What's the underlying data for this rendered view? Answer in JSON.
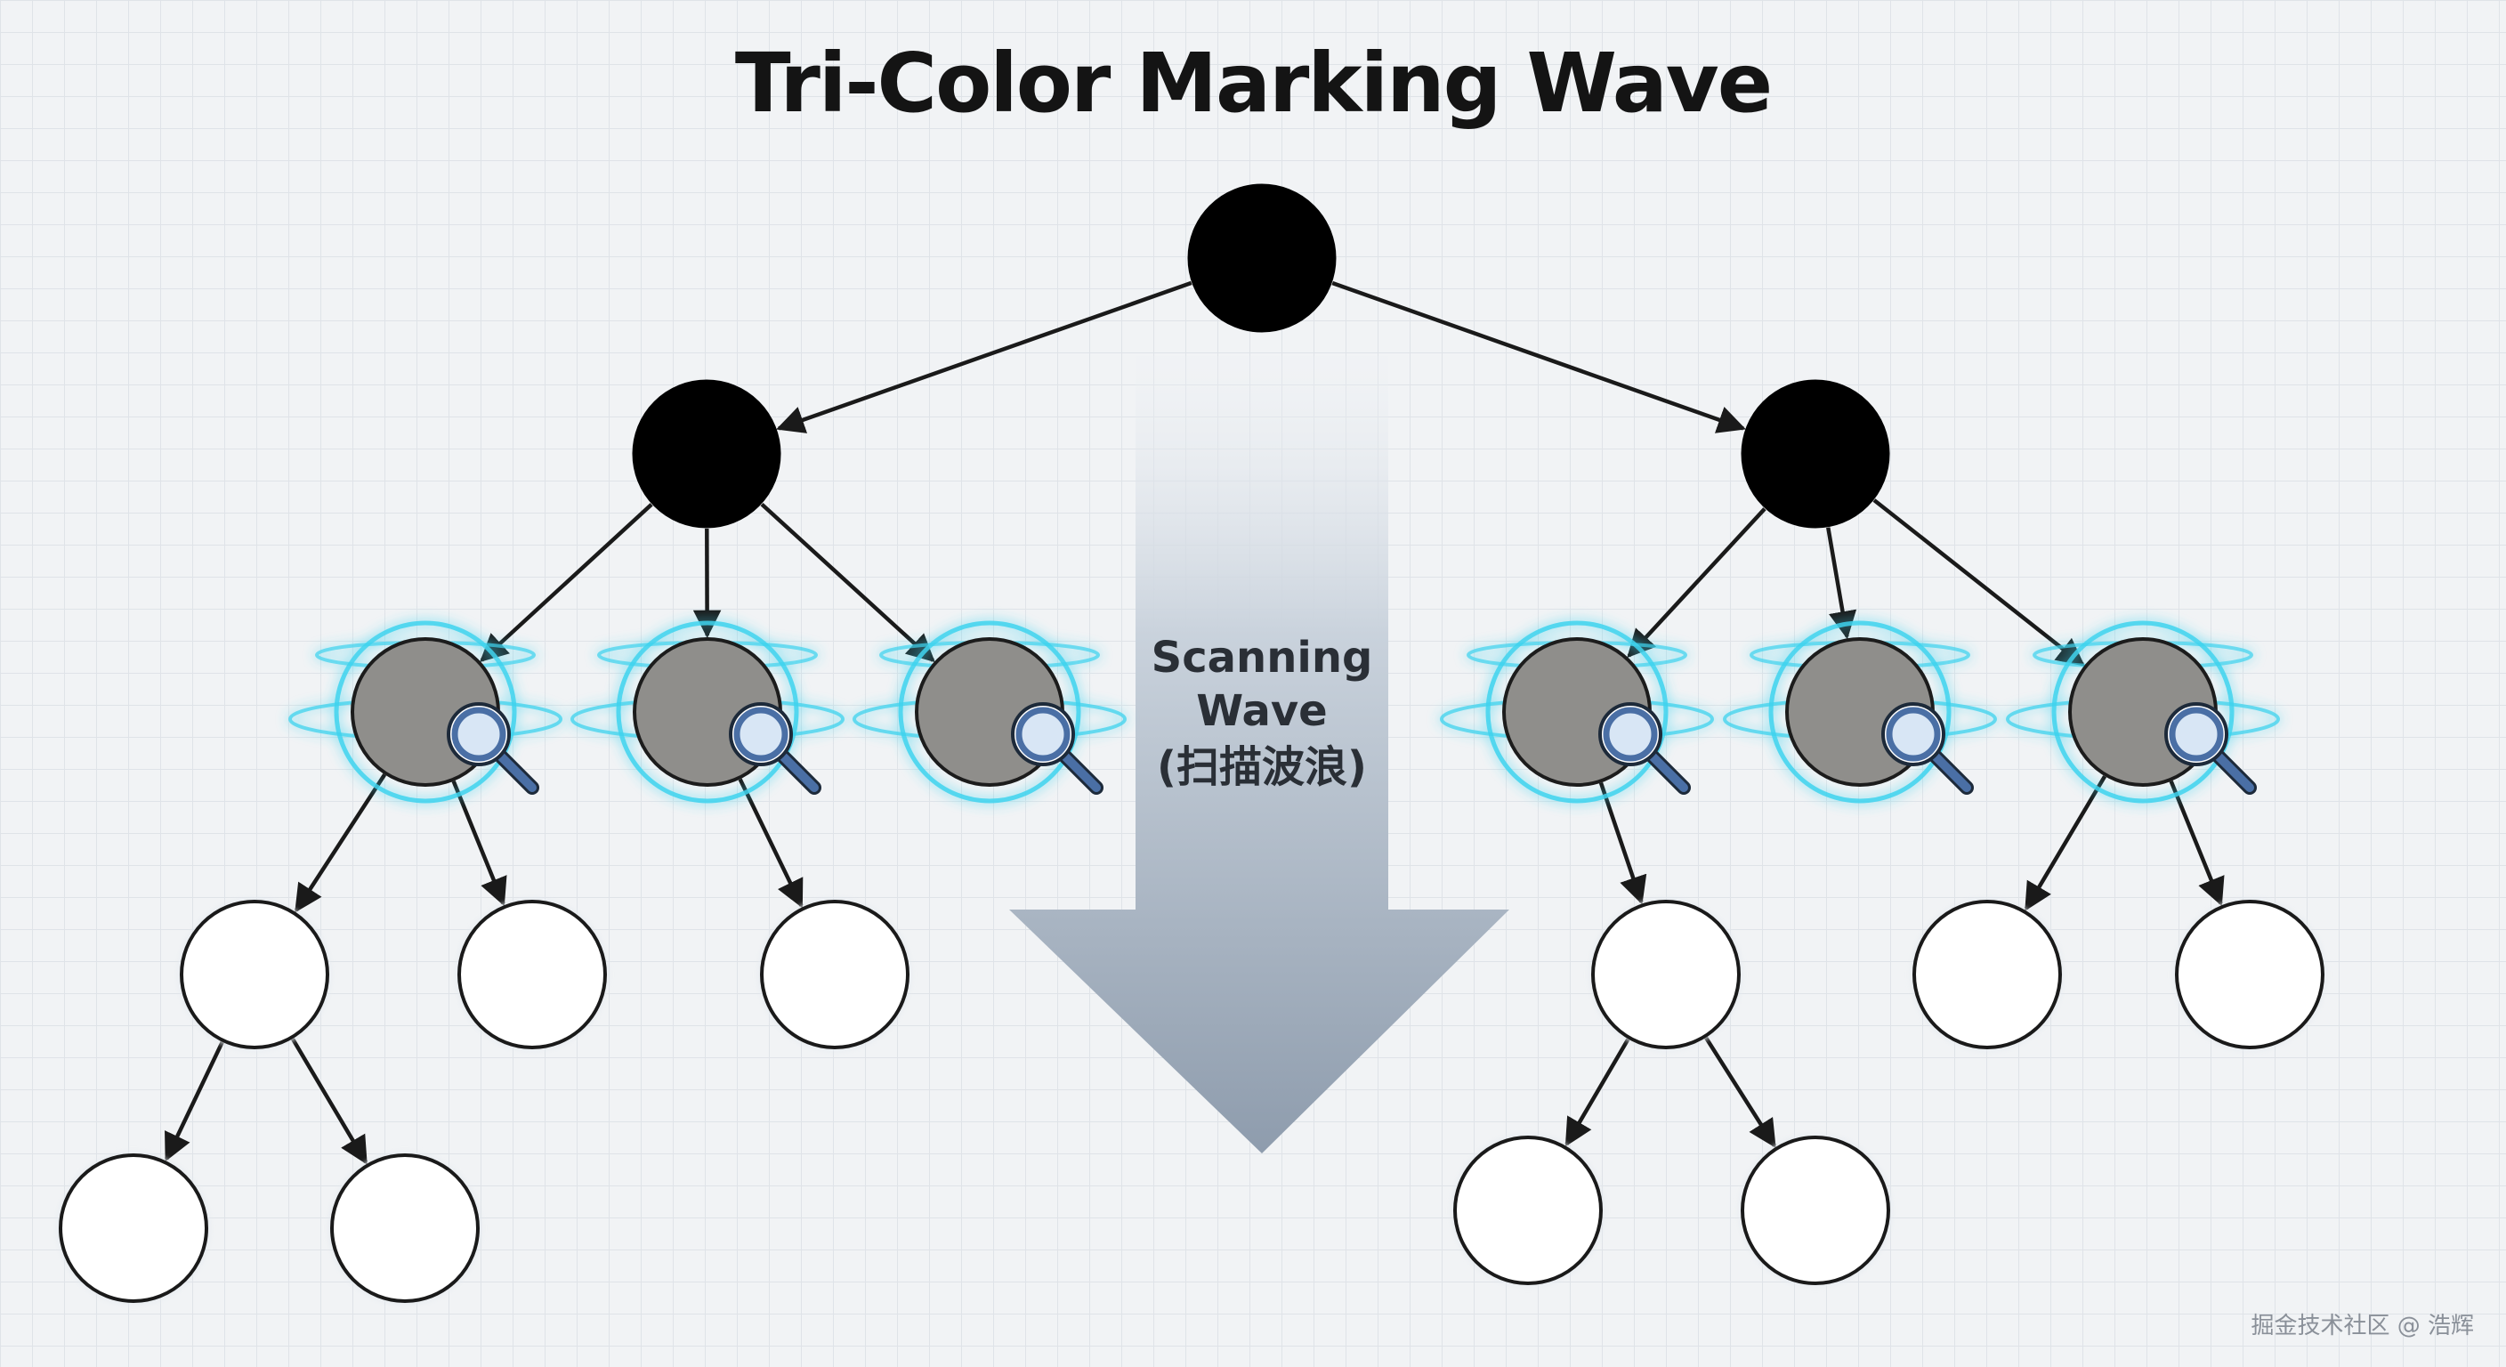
{
  "title": "Tri-Color Marking Wave",
  "wave": {
    "line1": "Scanning",
    "line2": "Wave",
    "line3": "(扫描波浪)"
  },
  "watermark": "掘金技术社区 @ 浩辉",
  "colors": {
    "black_node": "#000000",
    "gray_node": "#8f8e8b",
    "white_node": "#ffffff",
    "glow": "#3fd3ee",
    "magnifier": "#4a6fa5",
    "arrow": "#1a1a1a",
    "wave_arrow": "#9aa7b6"
  },
  "legend_states": [
    "black",
    "gray",
    "white"
  ]
}
